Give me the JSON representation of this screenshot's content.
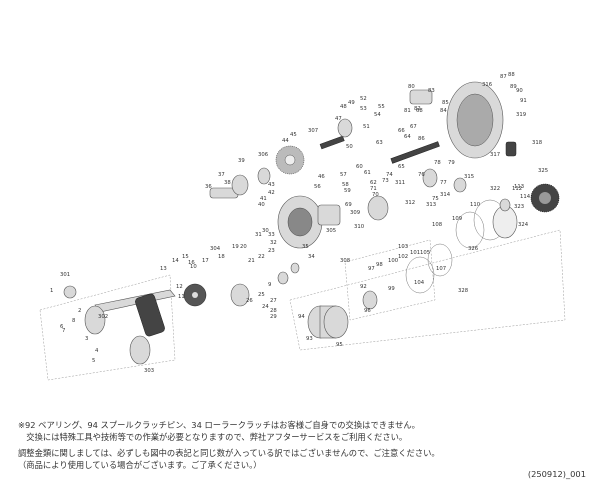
{
  "part_numbers": [
    "1",
    "2",
    "3",
    "4",
    "5",
    "6",
    "7",
    "8",
    "9",
    "10",
    "11",
    "12",
    "13",
    "14",
    "15",
    "16",
    "17",
    "18",
    "19",
    "20",
    "21",
    "22",
    "23",
    "24",
    "25",
    "26",
    "27",
    "28",
    "29",
    "30",
    "31",
    "32",
    "33",
    "34",
    "35",
    "36",
    "37",
    "38",
    "39",
    "40",
    "41",
    "42",
    "43",
    "44",
    "45",
    "46",
    "47",
    "48",
    "49",
    "50",
    "51",
    "52",
    "53",
    "54",
    "55",
    "56",
    "57",
    "58",
    "59",
    "60",
    "61",
    "62",
    "63",
    "64",
    "65",
    "66",
    "67",
    "68",
    "69",
    "70",
    "71",
    "73",
    "74",
    "75",
    "76",
    "77",
    "78",
    "79",
    "80",
    "81",
    "82",
    "83",
    "84",
    "85",
    "86",
    "87",
    "88",
    "89",
    "90",
    "91",
    "92",
    "93",
    "94",
    "95",
    "96",
    "97",
    "98",
    "99",
    "100",
    "101",
    "102",
    "103",
    "104",
    "105",
    "107",
    "108",
    "109",
    "110",
    "112",
    "113",
    "114",
    "301",
    "302",
    "303",
    "304",
    "305",
    "306",
    "307",
    "308",
    "309",
    "310",
    "311",
    "312",
    "313",
    "314",
    "315",
    "316",
    "317",
    "318",
    "319",
    "322",
    "323",
    "324",
    "325",
    "326",
    "328"
  ],
  "notes": {
    "line1": "※92 ベアリング、94 スプールクラッチピン、34 ローラークラッチはお客様ご自身での交換はできません。",
    "line2": "　交換には特殊工具や技術等での作業が必要となりますので、弊社アフターサービスをご利用ください。",
    "line3": "調整金類に関しましては、必ずしも図中の表記と同じ数が入っている訳ではございませんので、ご注意ください。",
    "line4": "（商品により使用している場合がございます。ご了承ください。）"
  },
  "diagram_code": "(250912)_001"
}
